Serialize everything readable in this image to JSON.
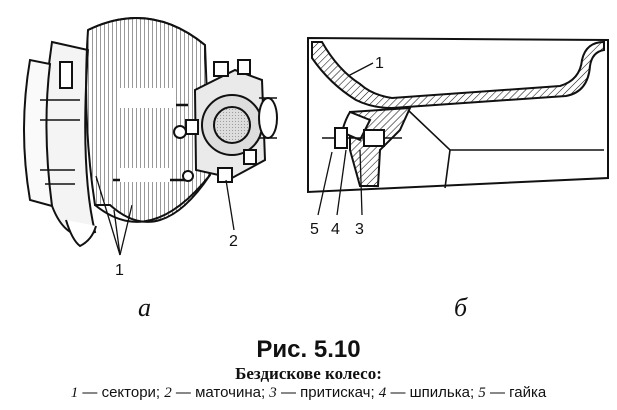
{
  "figure": {
    "title": "Рис. 5.10",
    "subtitle": "Бездискове колесо:",
    "legend": [
      {
        "num": "1",
        "text": "сектори"
      },
      {
        "num": "2",
        "text": "маточина"
      },
      {
        "num": "3",
        "text": "притискач"
      },
      {
        "num": "4",
        "text": "шпилька"
      },
      {
        "num": "5",
        "text": "гайка"
      }
    ]
  },
  "panels": {
    "left": {
      "label": "а",
      "callouts": {
        "sectors": "1",
        "hub": "2"
      }
    },
    "right": {
      "label": "б",
      "callouts": {
        "rim": "1",
        "nut": "5",
        "stud": "4",
        "clamp": "3"
      }
    }
  }
}
